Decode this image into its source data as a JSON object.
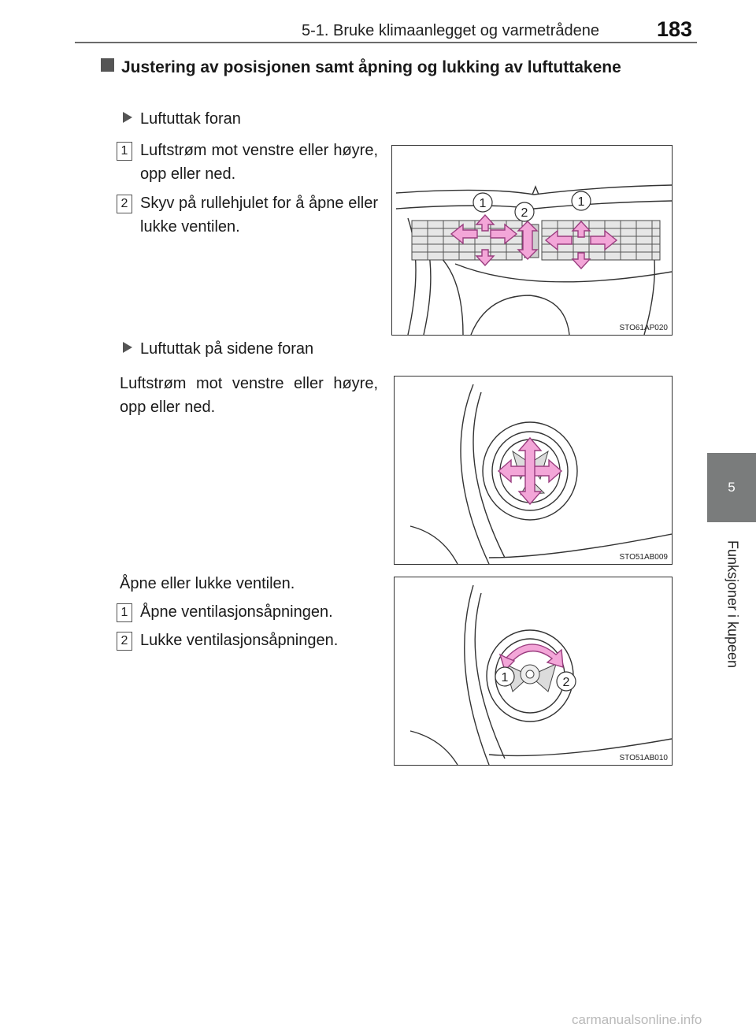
{
  "header": {
    "section": "5-1. Bruke klimaanlegget og varmetrådene",
    "page_number": "183"
  },
  "side_tab": {
    "chapter_number": "5",
    "chapter_title": "Funksjoner i kupeen"
  },
  "heading": "Justering av posisjonen samt åpning og lukking av luftuttakene",
  "sections": {
    "front": {
      "subheading": "Luftuttak foran",
      "items": [
        {
          "num": "1",
          "text": "Luftstrøm mot venstre eller høyre, opp eller ned."
        },
        {
          "num": "2",
          "text": "Skyv på rullehjulet for å åpne eller lukke ventilen."
        }
      ],
      "figure": {
        "code": "STO61AP020",
        "labels": [
          "1",
          "2",
          "1"
        ]
      }
    },
    "side": {
      "subheading": "Luftuttak på sidene foran",
      "paragraph": "Luftstrøm mot venstre eller høyre, opp eller ned.",
      "figure": {
        "code": "STO51AB009"
      }
    },
    "side_close": {
      "paragraph": "Åpne eller lukke ventilen.",
      "items": [
        {
          "num": "1",
          "text": "Åpne ventilasjonsåpningen."
        },
        {
          "num": "2",
          "text": "Lukke ventilasjonsåpningen."
        }
      ],
      "figure": {
        "code": "STO51AB010",
        "labels": [
          "1",
          "2"
        ]
      }
    }
  },
  "watermark": "carmanualsonline.info",
  "colors": {
    "arrow_fill": "#f3a6d8",
    "arrow_stroke": "#9a3d7f",
    "tab_gray": "#7a7c7c"
  }
}
